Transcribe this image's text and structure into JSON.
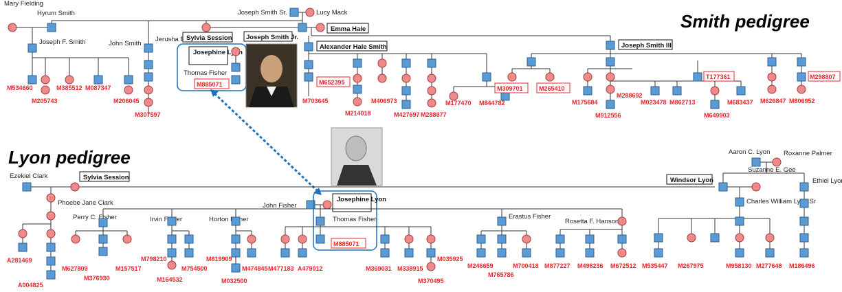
{
  "titles": {
    "smith": "Smith pedigree",
    "lyon": "Lyon pedigree"
  },
  "smith": {
    "joseph_smith_sr": "Joseph Smith Sr.",
    "lucy_mack": "Lucy Mack",
    "mary_fielding": "Mary Fielding",
    "hyrum_smith": "Hyrum Smith",
    "joseph_f_smith": "Joseph F. Smith",
    "john_smith": "John Smith",
    "jerusha_barden": "Jerusha Barden",
    "sylvia_session": "Sylvia Session",
    "joseph_smith_jr": "Joseph Smith Jr.",
    "emma_hale": "Emma Hale",
    "josephine_lyon": "Josephine Lyon",
    "thomas_fisher": "Thomas Fisher",
    "alexander_hale_smith": "Alexander Hale Smith",
    "joseph_smith_iii": "Joseph Smith III"
  },
  "lyon": {
    "ezekiel_clark": "Ezekiel Clark",
    "sylvia_session": "Sylvia Session",
    "phoebe_jane_clark": "Phoebe Jane Clark",
    "perry_fisher": "Perry C. Fisher",
    "irvin_fisher": "Irvin Fisher",
    "horton_fisher": "Horton Fisher",
    "john_fisher": "John Fisher",
    "josephine_lyon": "Josephine Lyon",
    "thomas_fisher": "Thomas Fisher",
    "erastus_fisher": "Erastus Fisher",
    "rosetta_hanson": "Rosetta F. Hanson",
    "aaron_lyon": "Aaron C. Lyon",
    "roxanne_palmer": "Roxanne Palmer",
    "windsor_lyon": "Windsor Lyon",
    "suzanne_gee": "Suzanne E. Gee",
    "charles_lyon": "Charles William Lyon Sr",
    "ethiel_lyon": "Ethiel Lyon"
  },
  "ids": {
    "M534660": "M534660",
    "M205743": "M205743",
    "M385512": "M385512",
    "M087347": "M087347",
    "M206045": "M206045",
    "M307597": "M307597",
    "M885071": "M885071",
    "M703645": "M703645",
    "M652395": "M652395",
    "M214018": "M214018",
    "M406973": "M406973",
    "M427697": "M427697",
    "M288877": "M288877",
    "M177470": "M177470",
    "M844782": "M844782",
    "M309701": "M309701",
    "M265410": "M265410",
    "M175684": "M175684",
    "M288692": "M288692",
    "M912556": "M912556",
    "M023478": "M023478",
    "M862713": "M862713",
    "T177361": "T177361",
    "M649903": "M649903",
    "M683437": "M683437",
    "M626847": "M626847",
    "M806952": "M806952",
    "M298807": "M298807",
    "A281469": "A281469",
    "A004825": "A004825",
    "M627809": "M627809",
    "M376930": "M376930",
    "M157517": "M157517",
    "M798210": "M798210",
    "M164532": "M164532",
    "M754500": "M754500",
    "M819909": "M819909",
    "M032500": "M032500",
    "M474845": "M474845",
    "M477183": "M477183",
    "A479012": "A479012",
    "M369031": "M369031",
    "M338915": "M338915",
    "M035925": "M035925",
    "M370495": "M370495",
    "M246659": "M246659",
    "M765786": "M765786",
    "M700418": "M700418",
    "M877227": "M877227",
    "M498236": "M498236",
    "M672512": "M672512",
    "M535447": "M535447",
    "M267975": "M267975",
    "M958130": "M958130",
    "M277648": "M277648",
    "M186496": "M186496"
  },
  "colors": {
    "male": "#5b9bd5",
    "female": "#f08a8a",
    "id_text": "#e8262b",
    "link": "#1f6fc0"
  }
}
